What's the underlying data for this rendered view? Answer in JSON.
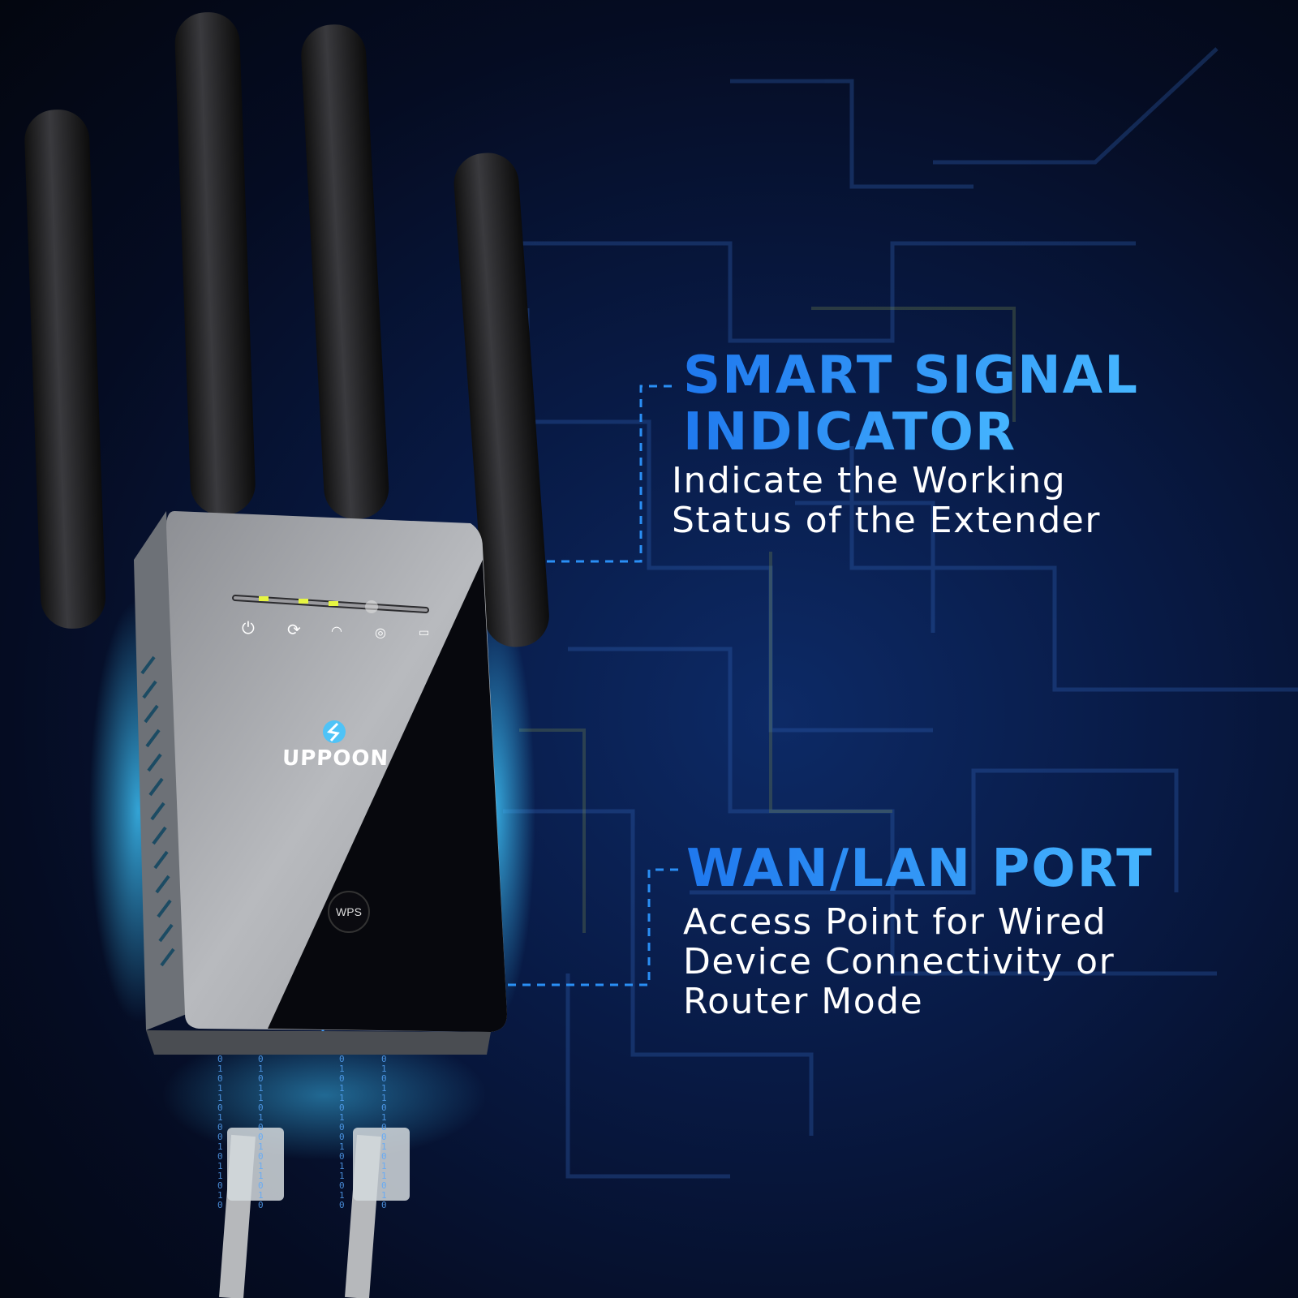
{
  "feature_1": {
    "title_line1": "SMART SIGNAL",
    "title_line2": "INDICATOR",
    "desc_line1": "Indicate the Working",
    "desc_line2": "Status of the Extender"
  },
  "feature_2": {
    "title": "WAN/LAN PORT",
    "desc_line1": "Access Point for Wired",
    "desc_line2": "Device Connectivity or",
    "desc_line3": "Router Mode"
  },
  "device": {
    "brand": "UPPOON",
    "wps_button": "WPS",
    "led_icons": [
      "power-icon",
      "sync-icon",
      "wifi-icon",
      "signal-icon",
      "lan-icon"
    ],
    "led_states": [
      "on",
      "on",
      "on",
      "off",
      "off"
    ],
    "led_color": "#e6f542"
  },
  "binary_stream": "0101101001011010",
  "colors": {
    "accent": "#2a8ff5",
    "callout_line": "#2a8ff5",
    "background": "#050c22"
  }
}
